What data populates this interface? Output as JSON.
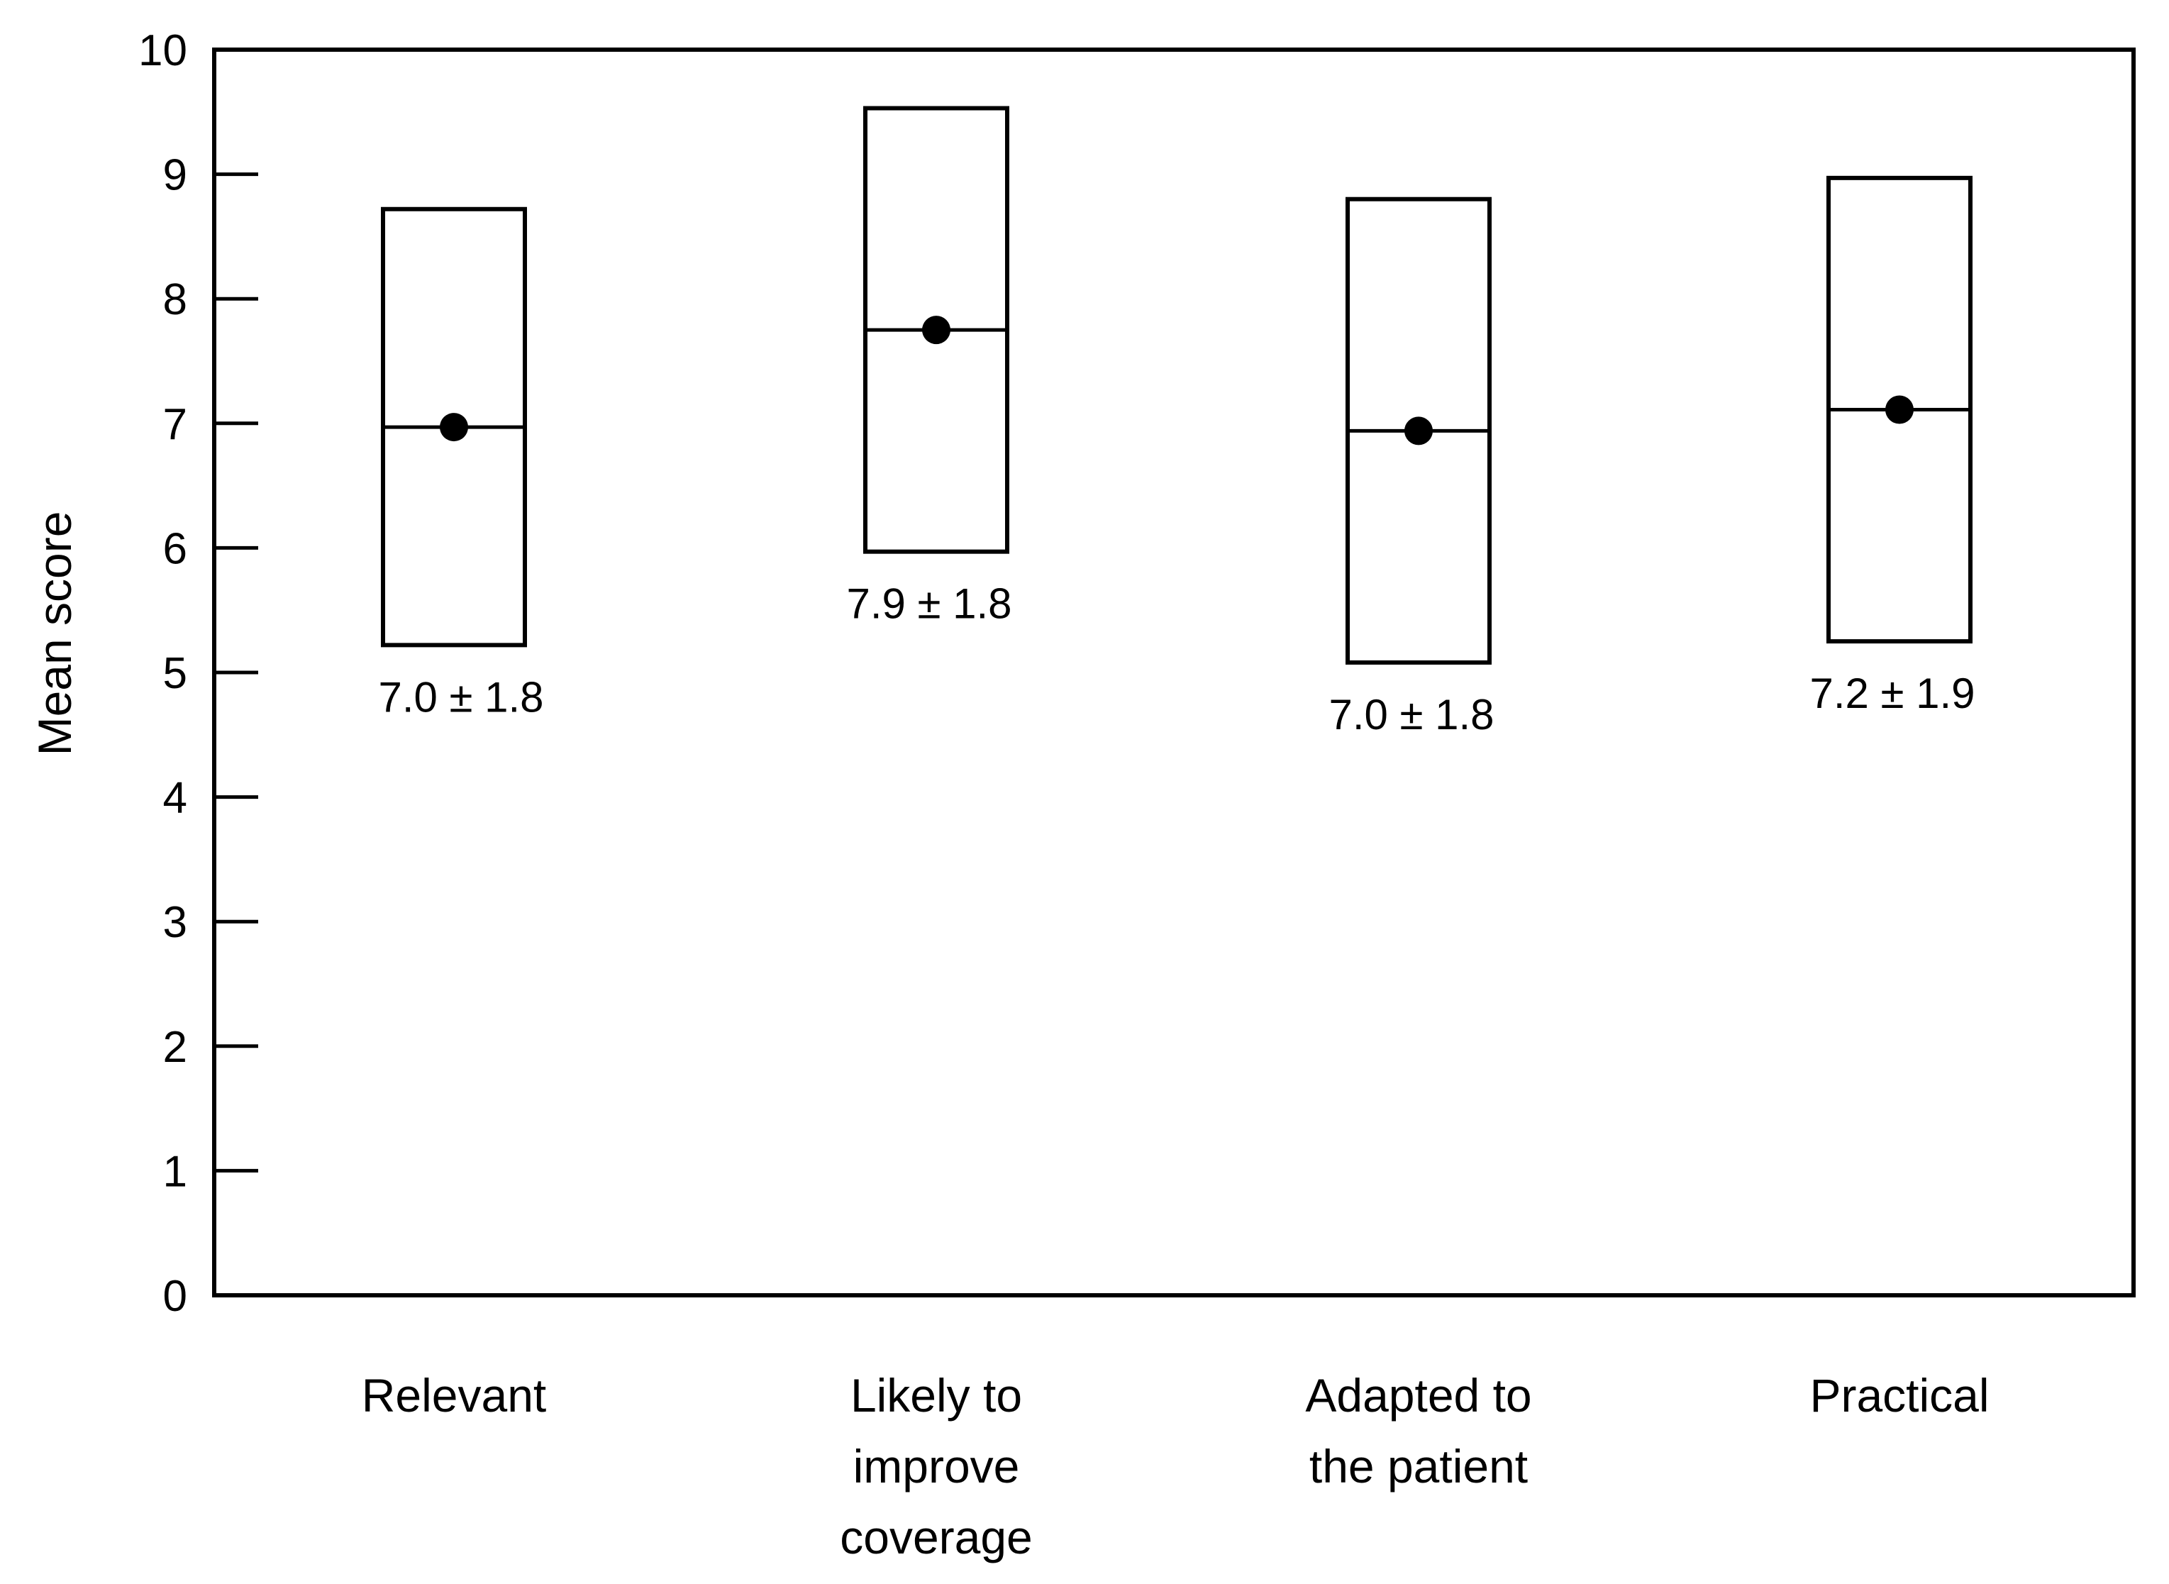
{
  "chart_data": {
    "type": "box",
    "categories": [
      [
        "Relevant"
      ],
      [
        "Likely to",
        "improve",
        "coverage"
      ],
      [
        "Adapted to",
        "the patient"
      ],
      [
        "Practical"
      ]
    ],
    "series": [
      {
        "mean": [
          6.97,
          7.75,
          6.94,
          7.11
        ],
        "upper": [
          8.72,
          9.53,
          8.8,
          8.97
        ],
        "lower": [
          5.22,
          5.97,
          5.08,
          5.25
        ],
        "labels": [
          "7.0 ± 1.8",
          "7.9 ± 1.8",
          "7.0 ± 1.8",
          "7.2 ± 1.9"
        ]
      }
    ],
    "ylabel": "Mean score",
    "xlabel": "",
    "ylim": [
      0,
      10
    ],
    "yticks": [
      "0",
      "1",
      "2",
      "3",
      "4",
      "5",
      "6",
      "7",
      "8",
      "9",
      "10"
    ],
    "grid": false
  }
}
